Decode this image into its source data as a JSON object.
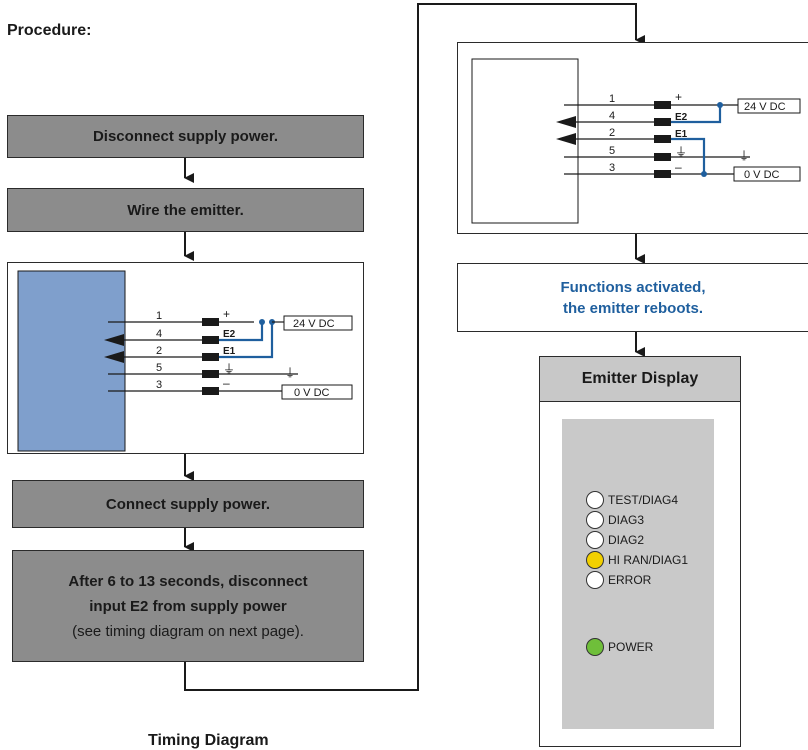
{
  "procedure_heading": "Procedure:",
  "timing_heading": "Timing Diagram",
  "steps": {
    "step1": "Disconnect supply power.",
    "step2": "Wire the emitter.",
    "step4": "Connect supply power.",
    "step5_line1": "After 6 to 13 seconds, disconnect",
    "step5_line2": "input E2 from supply power",
    "step5_line3": "(see timing diagram on next page).",
    "step7_line1": "Functions activated,",
    "step7_line2": "the emitter reboots."
  },
  "wiring": {
    "pins": [
      "1",
      "4",
      "2",
      "5",
      "3"
    ],
    "signals": [
      "+",
      "E2",
      "E1",
      "⏚",
      "–"
    ],
    "supply_positive": "24 V DC",
    "supply_negative": "0 V DC",
    "ground_symbol": "⏚"
  },
  "display": {
    "title": "Emitter Display",
    "leds": [
      {
        "label": "TEST/DIAG4",
        "color": "#ffffff"
      },
      {
        "label": "DIAG3",
        "color": "#ffffff"
      },
      {
        "label": "DIAG2",
        "color": "#ffffff"
      },
      {
        "label": "HI RAN/DIAG1",
        "color": "#f2d000"
      },
      {
        "label": "ERROR",
        "color": "#ffffff"
      },
      {
        "label": "POWER",
        "color": "#6fbf3a"
      }
    ]
  },
  "colors": {
    "step_box_fill": "#8c8c8c",
    "emitter_body_fill": "#7f9fcc",
    "accent_wire": "#1f5f9e"
  }
}
